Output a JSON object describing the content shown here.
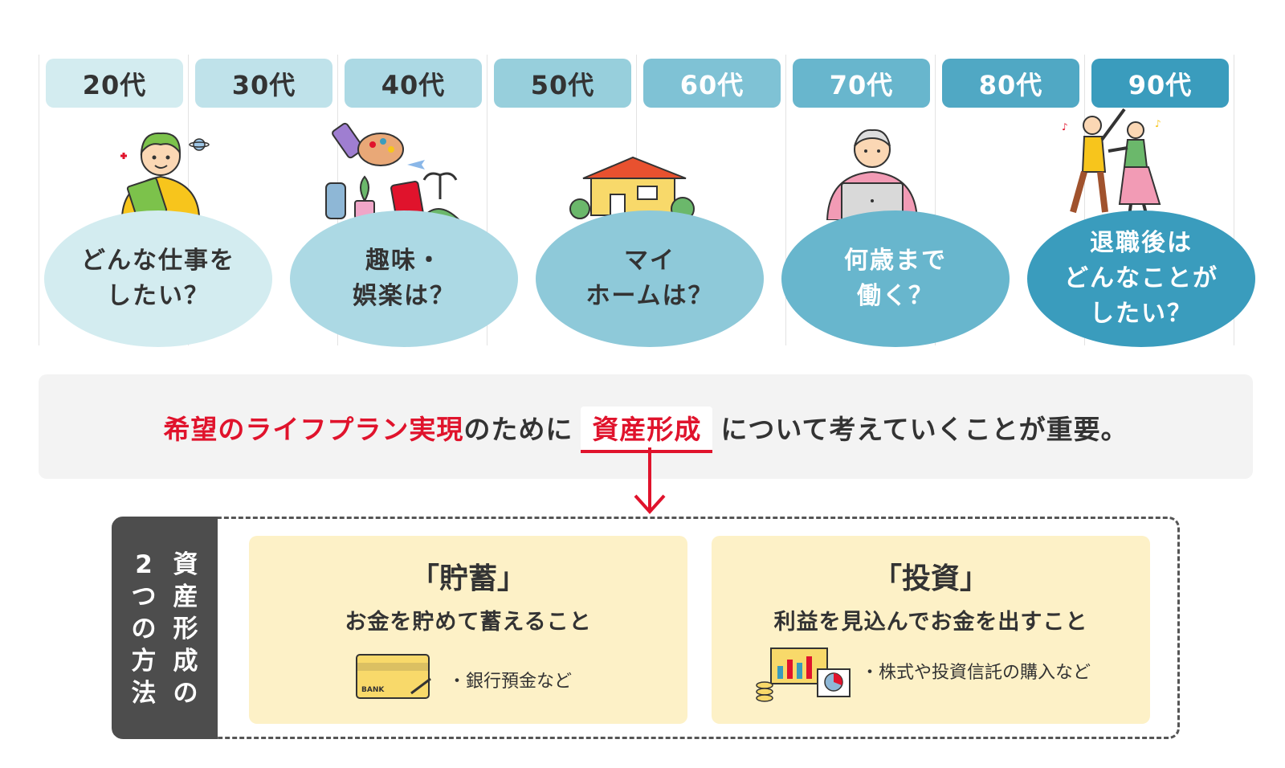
{
  "ages": [
    "20代",
    "30代",
    "40代",
    "50代",
    "60代",
    "70代",
    "80代",
    "90代"
  ],
  "age_colors": [
    "#d3ecf0",
    "#bfe2ea",
    "#acd9e4",
    "#97cfdc",
    "#7fc2d5",
    "#68b6cd",
    "#50a8c4",
    "#3a9cbd"
  ],
  "age_text_colors": [
    "#333333",
    "#333333",
    "#333333",
    "#333333",
    "#ffffff",
    "#ffffff",
    "#ffffff",
    "#ffffff"
  ],
  "bubbles": [
    {
      "lines": [
        "どんな仕事を",
        "したい？"
      ],
      "color": "#d3ecf0",
      "text_color": "#333333"
    },
    {
      "lines": [
        "趣味・",
        "娯楽は？"
      ],
      "color": "#acd9e4",
      "text_color": "#333333"
    },
    {
      "lines": [
        "マイ",
        "ホームは？"
      ],
      "color": "#8ec9d9",
      "text_color": "#333333"
    },
    {
      "lines": [
        "何歳まで",
        "働く？"
      ],
      "color": "#68b6cd",
      "text_color": "#ffffff"
    },
    {
      "lines": [
        "退職後は",
        "どんなことが",
        "したい？"
      ],
      "color": "#3a9cbd",
      "text_color": "#ffffff"
    }
  ],
  "banner": {
    "highlight": "希望のライフプラン実現",
    "middle": "のために",
    "keyword": "資産形成",
    "tail": "について考えていくことが重要。"
  },
  "methods": {
    "side_col1": [
      "2",
      "つ",
      "の",
      "方",
      "法"
    ],
    "side_col2": [
      "資",
      "産",
      "形",
      "成",
      "の"
    ],
    "savings": {
      "title": "「貯蓄」",
      "subtitle": "お金を貯めて蓄えること",
      "example": "・銀行預金など",
      "card_text": "BANK"
    },
    "investment": {
      "title": "「投資」",
      "subtitle": "利益を見込んでお金を出すこと",
      "example": "・株式や投資信託の購入など"
    }
  },
  "colors": {
    "accent_red": "#e0132c",
    "card_bg": "#fdf1c7",
    "side_bg": "#4d4d4d"
  }
}
